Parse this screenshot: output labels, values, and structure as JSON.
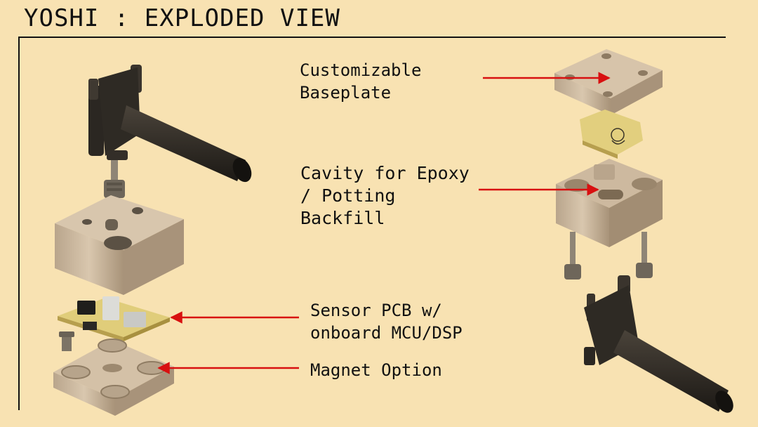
{
  "title": "YOSHI : EXPLODED VIEW",
  "colors": {
    "background": "#f8e2b2",
    "arrow": "#d81010",
    "housing": "#cbb9a2",
    "cable": "#2a2621",
    "pcb": "#e2cf7e"
  },
  "labels": {
    "baseplate": "Customizable\nBaseplate",
    "cavity": "Cavity for Epoxy\n/ Potting\nBackfill",
    "sensor_pcb": "Sensor PCB w/\nonboard MCU/DSP",
    "magnet": "Magnet Option"
  }
}
